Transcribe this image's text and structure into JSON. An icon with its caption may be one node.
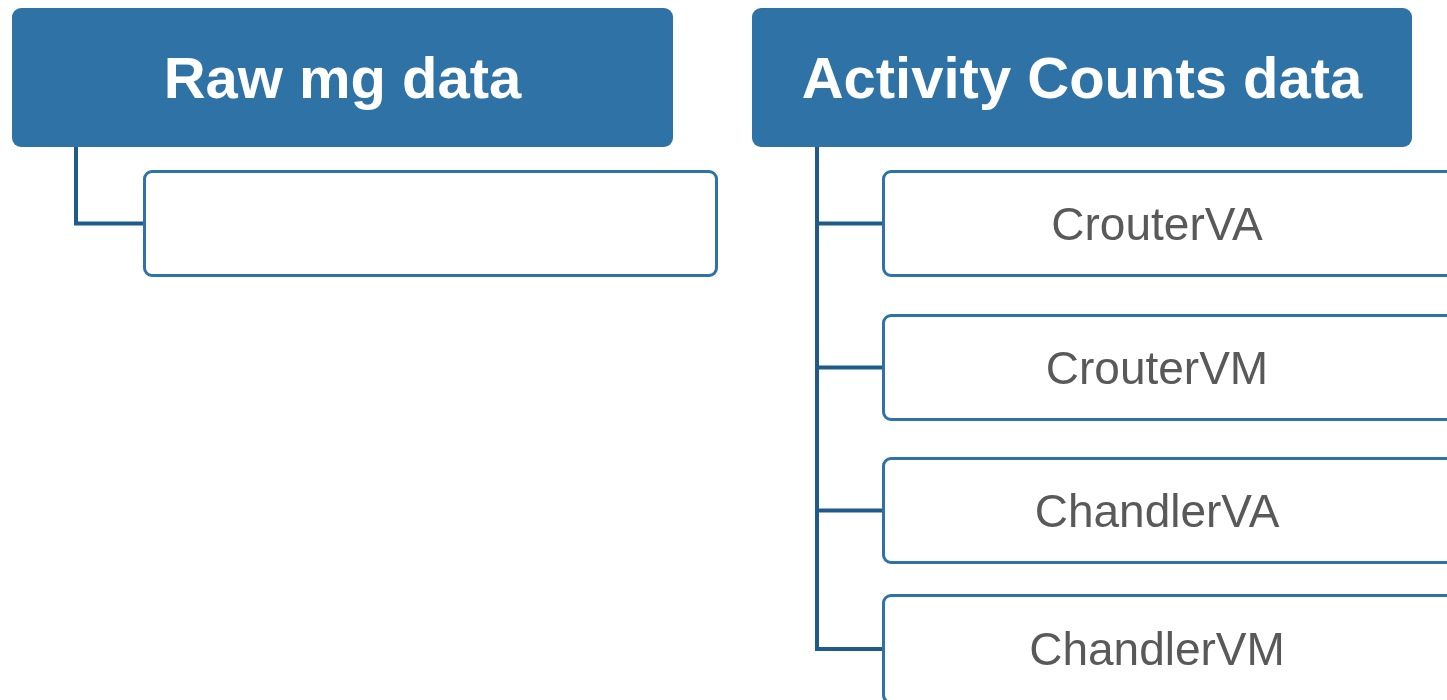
{
  "diagram": {
    "nodes": [
      {
        "text": [
          "Raw mg data"
        ]
      },
      {
        "text": [],
        "shape": "box"
      },
      {
        "text": [
          "Activity Counts data"
        ]
      },
      {
        "text": [
          "CrouterVA"
        ]
      },
      {
        "text": [
          "CrouterVM"
        ]
      },
      {
        "text": [
          "ChandlerVA"
        ]
      },
      {
        "text": [
          "ChandlerVM"
        ]
      }
    ],
    "edges": [
      {
        "from": 0,
        "to": 1,
        "arrow": "none"
      },
      {
        "from": 2,
        "to": 3,
        "arrow": "none"
      },
      {
        "from": 2,
        "to": 4,
        "arrow": "none"
      },
      {
        "from": 2,
        "to": 5,
        "arrow": "none"
      },
      {
        "from": 2,
        "to": 6,
        "arrow": "none"
      }
    ]
  }
}
